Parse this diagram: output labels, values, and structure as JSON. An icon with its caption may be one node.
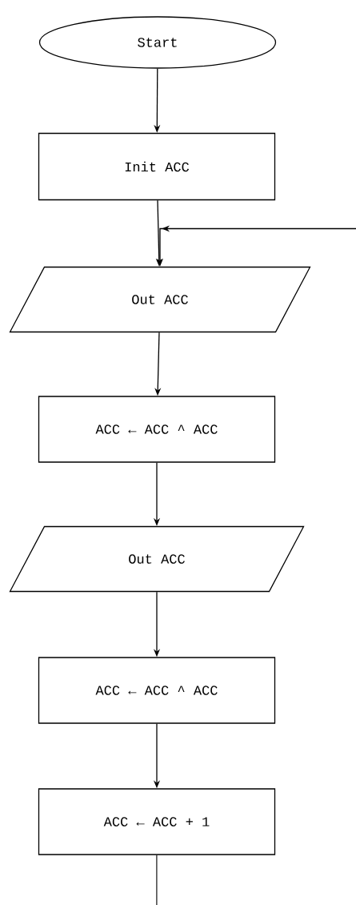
{
  "diagram": {
    "nodes": [
      {
        "text": [
          "Start"
        ]
      },
      {
        "text": [
          "Init ACC"
        ]
      },
      {
        "text": [
          "Out ACC"
        ]
      },
      {
        "text": [
          "ACC ← ACC ^ ACC"
        ]
      },
      {
        "text": [
          "Out ACC"
        ]
      },
      {
        "text": [
          "ACC ← ACC ^ ACC"
        ]
      },
      {
        "text": [
          "ACC ← ACC + 1"
        ]
      }
    ],
    "edges": [
      {
        "from": 0,
        "to": 1,
        "arrow": "to"
      },
      {
        "from": 1,
        "to": 2,
        "arrow": "to"
      },
      {
        "from": null,
        "to": 2,
        "arrow": "to"
      },
      {
        "from": 2,
        "to": 3,
        "arrow": "to"
      },
      {
        "from": 3,
        "to": 4,
        "arrow": "to"
      },
      {
        "from": 4,
        "to": 5,
        "arrow": "to"
      },
      {
        "from": 5,
        "to": 6,
        "arrow": "to"
      },
      {
        "from": 6,
        "to": null,
        "arrow": "none"
      }
    ]
  }
}
